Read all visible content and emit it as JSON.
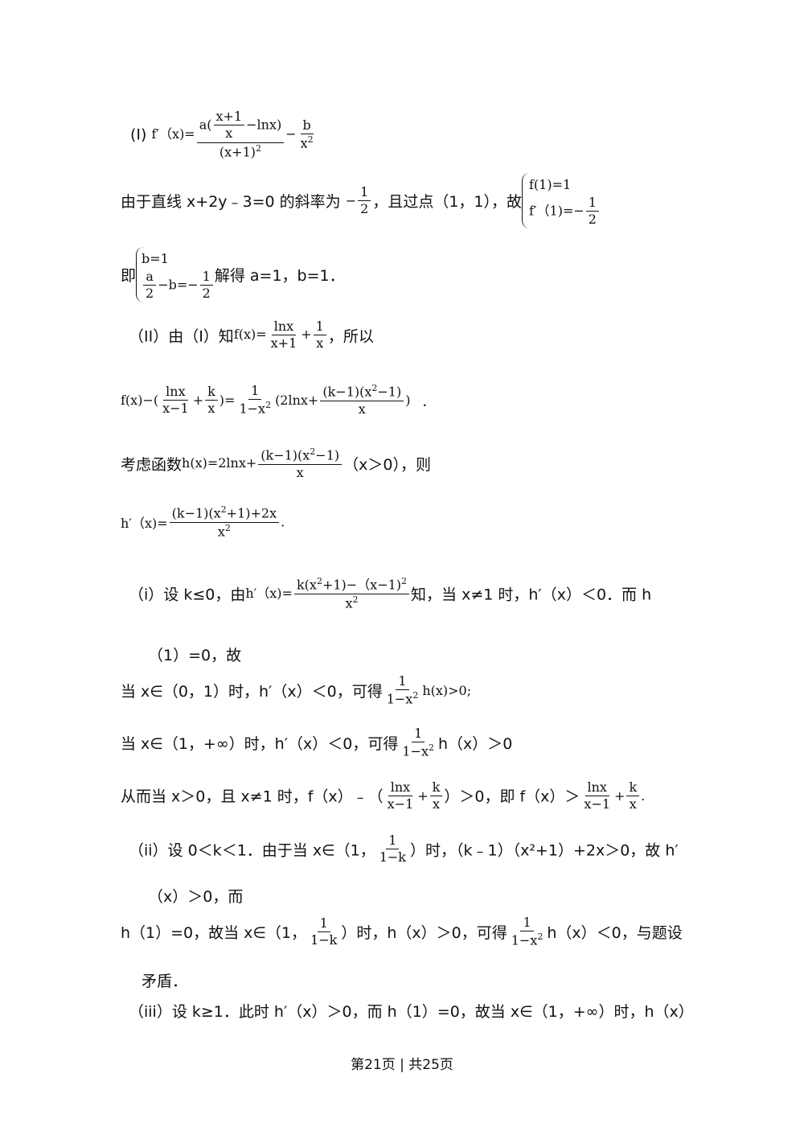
{
  "lines": {
    "l1": {
      "label": "(I)",
      "fp": "f′（x)=",
      "num": "a(",
      "num_frac_n": "x+1",
      "num_frac_d": "x",
      "num_tail": "−lnx)",
      "den": "(x+1)",
      "den_sup": "2",
      "minus": "−",
      "b": "b",
      "x2": "x",
      "x2_sup": "2"
    },
    "l2": {
      "text1": "由于直线 x+2y﹣3=0 的斜率为 ",
      "m": "−",
      "h1": "1",
      "h2": "2",
      "text2": "，且过点（1，1），故",
      "s1": "f(1)=1",
      "s2a": "f′（1)=−",
      "s2n": "1",
      "s2d": "2"
    },
    "l3": {
      "ji": "即",
      "b1": "b=1",
      "a": "a",
      "ad": "2",
      "mb": "−b=−",
      "n": "1",
      "d": "2",
      "text": "解得 a=1，b=1．"
    },
    "l4": {
      "text1": "（II）由（I）知",
      "f": "f(x)=",
      "n1": "lnx",
      "d1": "x+1",
      "plus": "+",
      "n2": "1",
      "d2": "x",
      "text2": "，所以"
    },
    "l5": {
      "a": "f(x)−(",
      "n1": "lnx",
      "d1": "x−1",
      "plus": "+",
      "n2": "k",
      "d2": "x",
      "b": ")=",
      "n3": "1",
      "d3": "1−x",
      "d3s": "2",
      "c": "(2lnx+",
      "n4": "(k−1)(x",
      "n4s": "2",
      "n4t": "−1)",
      "d4": "x",
      "e": ")",
      "dot": "．"
    },
    "l6": {
      "text1": "考虑函数",
      "h": "h(x)=2lnx+",
      "n": "(k−1)(x",
      "ns": "2",
      "nt": "−1)",
      "d": "x",
      "text2": "（x＞0），则"
    },
    "l7": {
      "h": "h′（x)=",
      "n": "(k−1)(x",
      "ns": "2",
      "nt": "+1)+2x",
      "d": "x",
      "ds": "2",
      "dot": "."
    },
    "l8": {
      "text1": "（i）设 k≤0，由",
      "h": "h′（x)=",
      "n": "k(x",
      "ns": "2",
      "nt": "+1)−（x−1)",
      "nt2": "2",
      "d": "x",
      "ds": "2",
      "text2": "知，当 x≠1 时，h′（x）＜0．而 h"
    },
    "l9": {
      "text": "（1）=0，故"
    },
    "l10": {
      "text1": "当 x∈（0，1）时，h′（x）＜0，可得",
      "n": "1",
      "d": "1−x",
      "ds": "2",
      "tail": "h(x)>0;"
    },
    "l11": {
      "text1": "当 x∈（1，+∞）时，h′（x）＜0，可得",
      "n": "1",
      "d": "1−x",
      "ds": "2",
      "tail": "h（x）＞0"
    },
    "l12": {
      "text1": "从而当 x＞0，且 x≠1 时，f（x）﹣（",
      "n1": "lnx",
      "d1": "x−1",
      "plus": "+",
      "n2": "k",
      "d2": "x",
      "text2": "）＞0，即 f（x）＞",
      "n3": "lnx",
      "d3": "x−1",
      "plus2": "+",
      "n4": "k",
      "d4": "x",
      "dot": "."
    },
    "l13": {
      "text1": "（ii）设 0＜k＜1．由于当 x∈（1，",
      "n": "1",
      "d": "1−k",
      "text2": "）时，（k﹣1）（x²+1）+2x＞0，故 h′"
    },
    "l14": {
      "text": "（x）＞0，而"
    },
    "l15": {
      "text1": "h（1）=0，故当 x∈（1，",
      "n": "1",
      "d": "1−k",
      "text2": "）时，h（x）＞0，可得",
      "n2": "1",
      "d2": "1−x",
      "d2s": "2",
      "text3": "h（x）＜0，与题设"
    },
    "l16": {
      "text": "矛盾．"
    },
    "l17": {
      "text": "（iii）设 k≥1．此时 h′（x）＞0，而 h（1）=0，故当 x∈（1，+∞）时，h（x）"
    }
  },
  "footer": {
    "text": "第21页 | 共25页"
  }
}
